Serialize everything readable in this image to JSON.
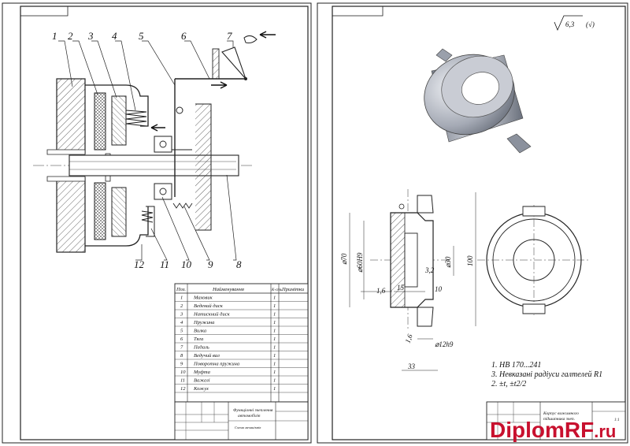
{
  "left_sheet": {
    "callouts": [
      "1",
      "2",
      "3",
      "4",
      "5",
      "6",
      "7",
      "8",
      "9",
      "10",
      "11",
      "12"
    ],
    "parts_table": {
      "headers": [
        "Поз.",
        "Найменування",
        "К-сть",
        "Примітки"
      ],
      "rows": [
        {
          "pos": "1",
          "name": "Маховик",
          "qty": "1"
        },
        {
          "pos": "2",
          "name": "Ведений диск",
          "qty": "1"
        },
        {
          "pos": "3",
          "name": "Натискний диск",
          "qty": "1"
        },
        {
          "pos": "4",
          "name": "Пружина",
          "qty": "1"
        },
        {
          "pos": "5",
          "name": "Вилка",
          "qty": "1"
        },
        {
          "pos": "6",
          "name": "Тяга",
          "qty": "1"
        },
        {
          "pos": "7",
          "name": "Педаль",
          "qty": "1"
        },
        {
          "pos": "8",
          "name": "Ведучий вал",
          "qty": "1"
        },
        {
          "pos": "9",
          "name": "Поворотна пружина",
          "qty": "1"
        },
        {
          "pos": "10",
          "name": "Муфта",
          "qty": "1"
        },
        {
          "pos": "11",
          "name": "Важелі",
          "qty": "1"
        },
        {
          "pos": "12",
          "name": "Кожух",
          "qty": "1"
        }
      ]
    },
    "title_block": {
      "title_line1": "Функціонні зчеплення",
      "title_line2": "автомобілів",
      "subtitle": "Схема механізмів"
    }
  },
  "right_sheet": {
    "roughness": "6,3",
    "dimensions": {
      "d70": "⌀70",
      "d60": "⌀60H9",
      "d30": "⌀30",
      "h100": "100",
      "angle": "3,2",
      "w15": "15",
      "w10": "10",
      "w16a": "1,6",
      "w16b": "1,6",
      "d12": "⌀12h9",
      "w33": "33"
    },
    "notes": [
      "1. НВ 170...241",
      "3. Невказані радіуси галтелей R1",
      "2. ±t, ±t2/2"
    ],
    "title_block": {
      "title_line1": "Корпус вижимного",
      "title_line2": "підшипника зчеп.",
      "sheet": "1:1"
    }
  },
  "watermark": {
    "prefix": "Diplom",
    "accent": "RF",
    "suffix": ".ru",
    "color": "#c8102e"
  }
}
